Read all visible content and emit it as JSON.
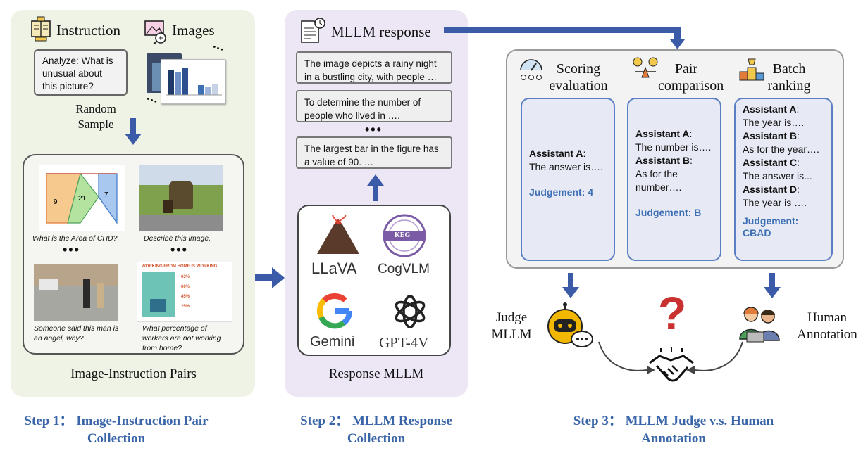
{
  "step1": {
    "instruction_label": "Instruction",
    "images_label": "Images",
    "instruction_text": "Analyze: What is unusual about this picture?",
    "random_sample": "Random Sample",
    "examples": [
      {
        "caption": "What is the Area of CHD?"
      },
      {
        "caption": "Describe this image."
      },
      {
        "caption": "Someone said this man is an angel, why?"
      },
      {
        "caption": "What percentage of workers are not working from home?"
      }
    ],
    "infographic_title": "WORKING FROM HOME IS WORKING",
    "infographic_stats": [
      "63%",
      "60%",
      "45%",
      "25%"
    ],
    "geometry_numbers": [
      "9",
      "21",
      "7"
    ],
    "dots": "•••",
    "panel_title": "Image-Instruction Pairs",
    "step_caption": "Step 1： Image-Instruction Pair Collection"
  },
  "step2": {
    "header": "MLLM response",
    "responses": [
      "The image depicts a rainy night in a bustling city, with people …",
      "To determine the number of people who lived in ….",
      "The largest bar in the figure has a value of 90. …"
    ],
    "dots": "•••",
    "models": [
      "LLaVA",
      "CogVLM",
      "Gemini",
      "GPT-4V"
    ],
    "keg_text": "KEG",
    "panel_title": "Response MLLM",
    "step_caption": "Step 2： MLLM Response Collection"
  },
  "step3": {
    "modes": [
      {
        "label": "Scoring evaluation"
      },
      {
        "label": "Pair comparison"
      },
      {
        "label": "Batch ranking"
      }
    ],
    "scoring": {
      "assistant": "Assistant A",
      "text": "The answer is….",
      "judgement": "Judgement: 4"
    },
    "pair": {
      "a": "Assistant A",
      "a_text": "The number is….",
      "b": "Assistant B",
      "b_text": "As for the number….",
      "judgement": "Judgement: B"
    },
    "batch": {
      "a": "Assistant A",
      "a_text": "The year is….",
      "b": "Assistant B",
      "b_text": "As for the year….",
      "c": "Assistant C",
      "c_text": "The answer is...",
      "d": "Assistant D",
      "d_text": "The year is ….",
      "judgement": "Judgement: CBAD"
    },
    "judge_label": "Judge MLLM",
    "human_label": "Human Annotation",
    "question_mark": "?",
    "step_caption": "Step 3： MLLM Judge v.s. Human Annotation"
  },
  "colors": {
    "arrow": "#3b5ba8",
    "step_text": "#3a65a8",
    "judgement": "#3d6fb5",
    "card_border": "#5b7fc4",
    "question": "#c8312f",
    "panel1_bg": "#eef3e6",
    "panel2_bg": "#ece6f5"
  }
}
